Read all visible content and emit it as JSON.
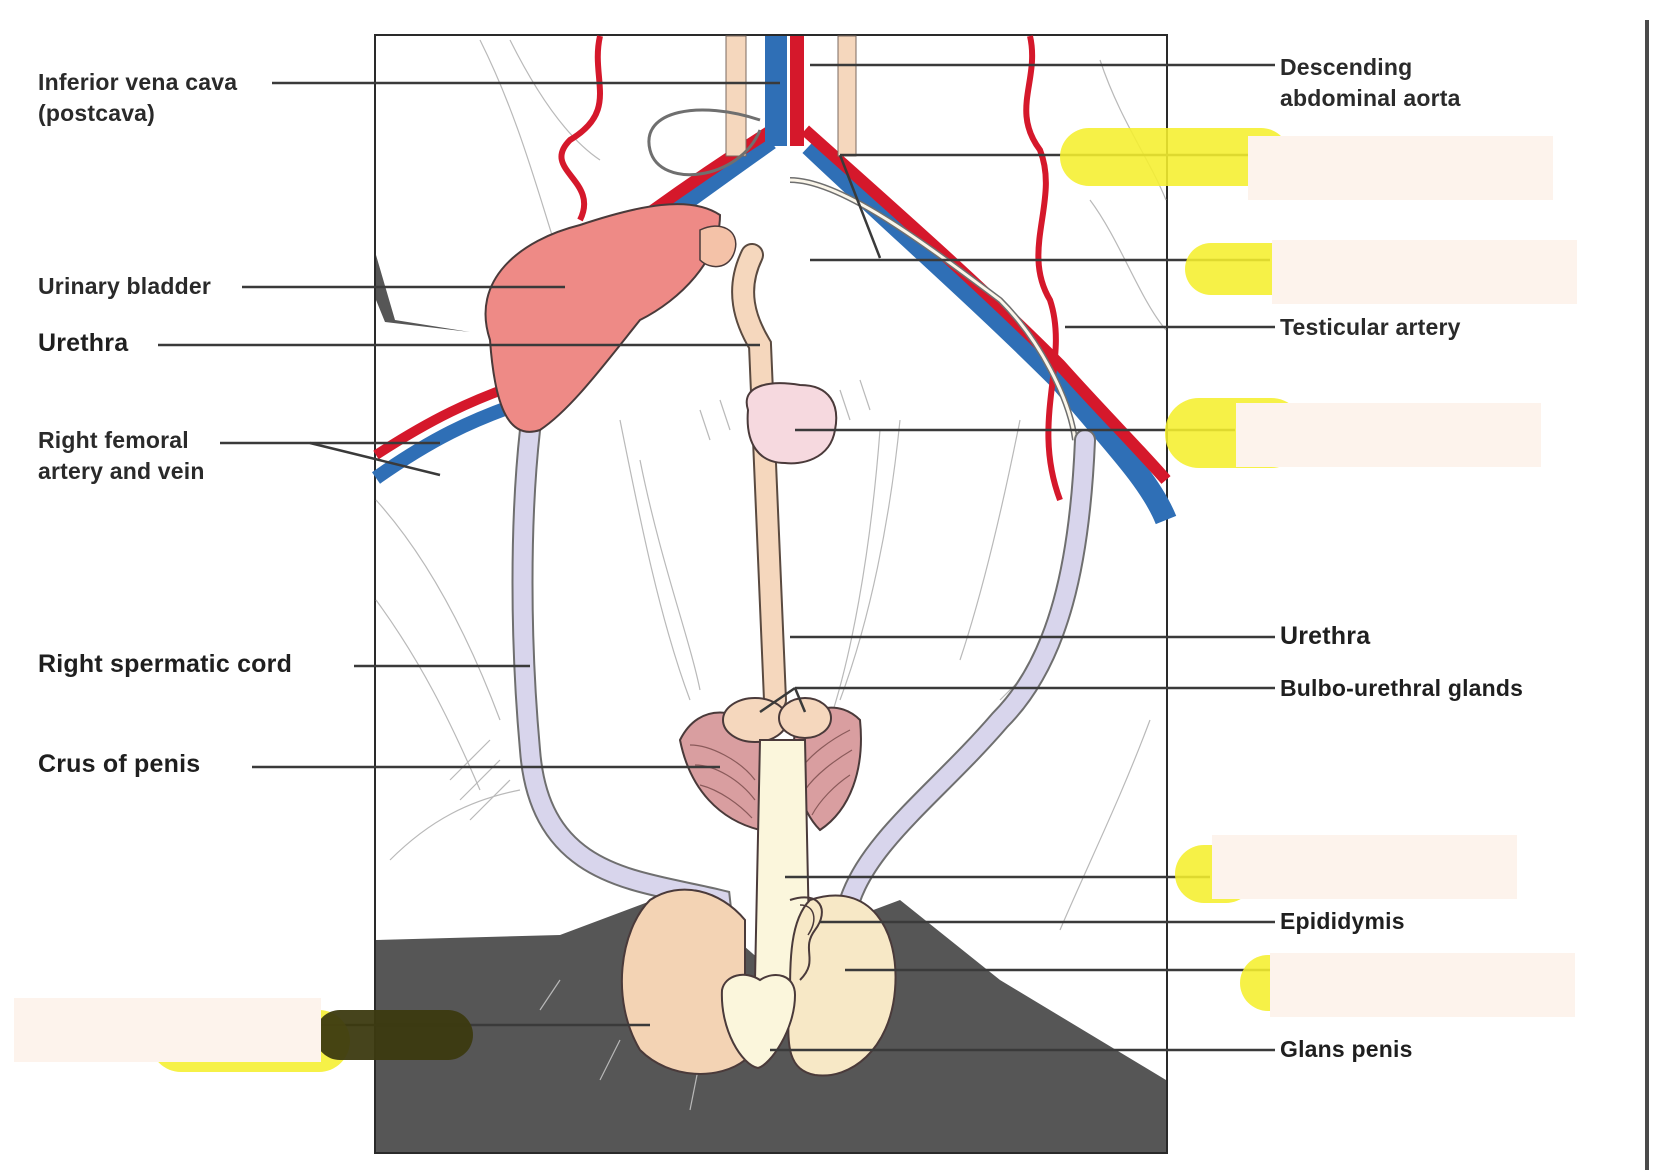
{
  "labels": {
    "inferior_vena_cava": "Inferior vena cava",
    "inferior_vena_cava_2": "(postcava)",
    "urinary_bladder": "Urinary bladder",
    "urethra_left": "Urethra",
    "right_femoral": "Right femoral",
    "right_femoral_2": "artery and vein",
    "right_spermatic_cord": "Right spermatic cord",
    "crus_of_penis": "Crus of penis",
    "descending_aorta": "Descending",
    "descending_aorta_2": "abdominal aorta",
    "testicular_artery": "Testicular artery",
    "urethra_right": "Urethra",
    "bulbo_urethral": "Bulbo-urethral glands",
    "epididymis": "Epididymis",
    "glans_penis": "Glans penis"
  },
  "colors": {
    "artery": "#d5182b",
    "vein": "#2f6fb6",
    "bladder": "#ee8a86",
    "urethra": "#f5d7bd",
    "spermatic_cord": "#d8d5ec",
    "prostate": "#f6d9df",
    "crus": "#d99ea0",
    "penis": "#fbf6dc",
    "testis": "#f7e8c6",
    "scrotum": "#f3d3b4",
    "dark_fill": "#565656",
    "highlight": "#f5ef2e",
    "blank_box": "#fdf3ec"
  }
}
